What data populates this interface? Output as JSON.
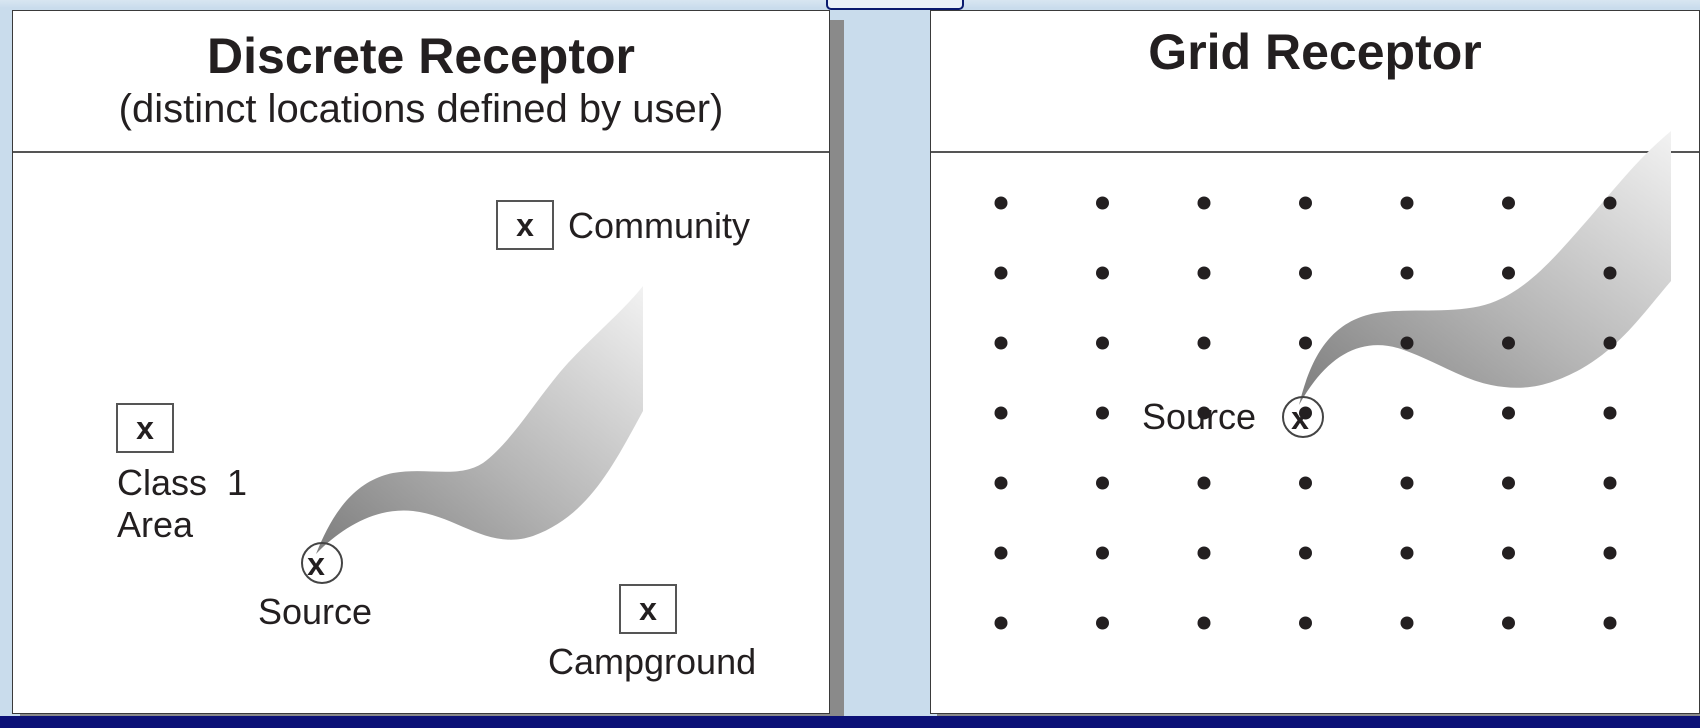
{
  "discrete_panel": {
    "title": "Discrete Receptor",
    "subtitle": "(distinct locations defined by user)",
    "receptors": [
      {
        "marker": "x",
        "label_lines": [
          "Community"
        ]
      },
      {
        "marker": "x",
        "label_lines": [
          "Class  1",
          "Area"
        ]
      },
      {
        "marker": "x",
        "label_lines": [
          "Campground"
        ]
      }
    ],
    "source": {
      "marker": "x",
      "label": "Source"
    }
  },
  "grid_panel": {
    "title": "Grid Receptor",
    "grid": {
      "rows": 7,
      "cols": 7
    },
    "source": {
      "marker": "x",
      "label": "Source"
    }
  },
  "colors": {
    "background": "#c9dcec",
    "bottom_bar": "#0b1177",
    "ink": "#231f20",
    "plume_dark": "#8c8c8c",
    "plume_light": "#f0f0f0"
  }
}
